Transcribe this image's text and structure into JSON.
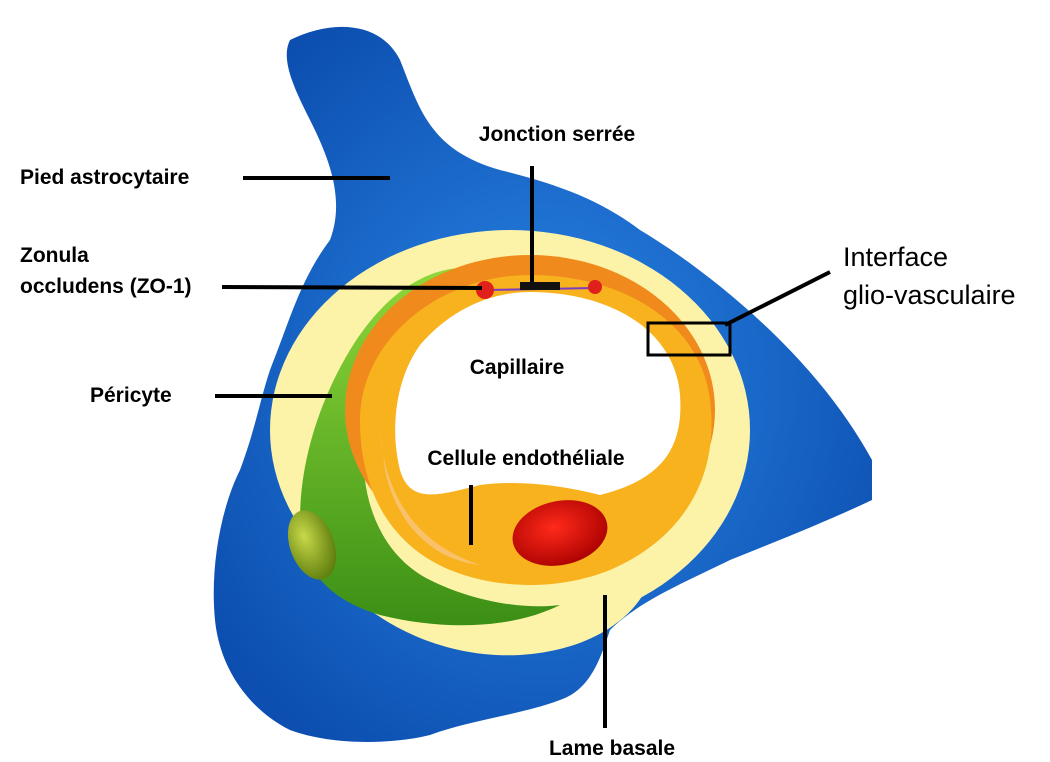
{
  "labels": {
    "jonction_serree": "Jonction serrée",
    "pied_astrocytaire": "Pied astrocytaire",
    "zonula_line1": "Zonula",
    "zonula_line2": "occludens (ZO-1)",
    "interface_line1": "Interface",
    "interface_line2": "glio-vasculaire",
    "capillaire": "Capillaire",
    "pericyte": "Péricyte",
    "cellule_endotheliale": "Cellule endothéliale",
    "lame_basale": "Lame basale"
  },
  "colors": {
    "astrocyte": "#1560c8",
    "astrocyte_dark": "#0a4aa8",
    "basal_lamina": "#fdf3a8",
    "pericyte_light": "#7ccc2a",
    "pericyte_dark": "#2f7a10",
    "endothelium": "#f7b21e",
    "endothelium_outer": "#f08a1c",
    "nucleus": "#d40000",
    "pericyte_nucleus": "#8aa11a",
    "tight_junction": "#e0201a",
    "lumen": "#ffffff"
  }
}
